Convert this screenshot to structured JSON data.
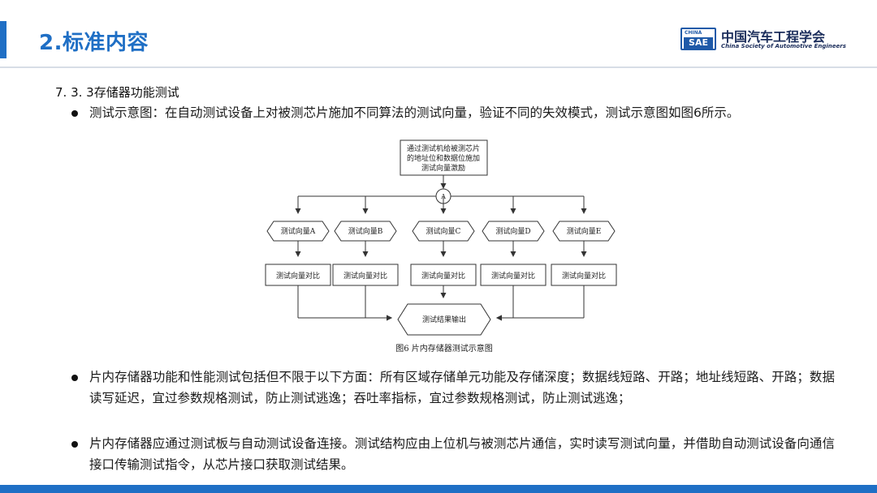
{
  "header": {
    "title": "2.标准内容",
    "logo": {
      "badge_top": "CHINA",
      "badge_main": "SAE",
      "name_cn": "中国汽车工程学会",
      "name_en": "China Society of Automotive Engineers"
    }
  },
  "section": {
    "heading": "7. 3. 3存储器功能测试",
    "bullets": [
      "测试示意图：在自动测试设备上对被测芯片施加不同算法的测试向量，验证不同的失效模式，测试示意图如图6所示。",
      "片内存储器功能和性能测试包括但不限于以下方面：所有区域存储单元功能及存储深度；数据线短路、开路；地址线短路、开路；数据读写延迟，宜过参数规格测试，防止测试逃逸；吞吐率指标，宜过参数规格测试，防止测试逃逸；",
      "片内存储器应通过测试板与自动测试设备连接。测试结构应由上位机与被测芯片通信，实时读写测试向量，并借助自动测试设备向通信接口传输测试指令，从芯片接口获取测试结果。"
    ]
  },
  "figure": {
    "start_lines": [
      "通过测试机给被测芯片",
      "的地址位和数据位施加",
      "测试向量激励"
    ],
    "connector": "A",
    "vectors": [
      "测试向量A",
      "测试向量B",
      "测试向量C",
      "测试向量D",
      "测试向量E"
    ],
    "compare_label": "测试向量对比",
    "output": "测试结果输出",
    "caption": "图6  片内存储器测试示意图"
  }
}
